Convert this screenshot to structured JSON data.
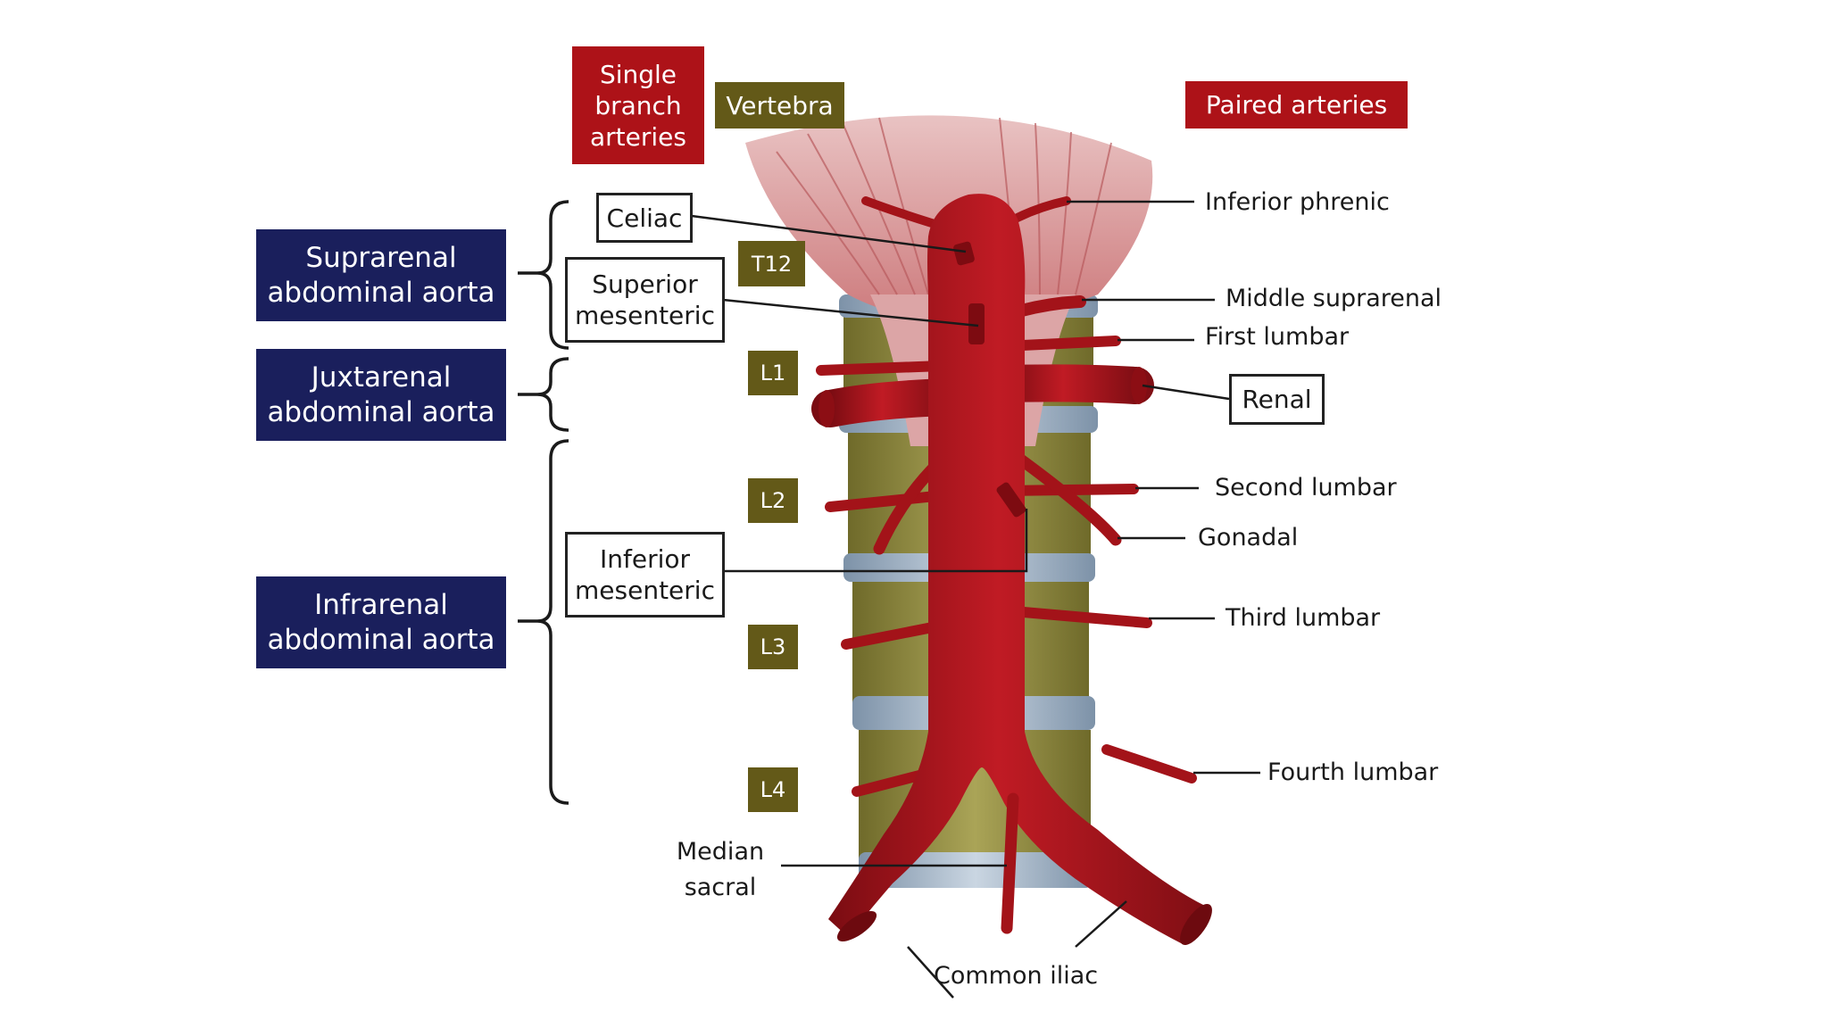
{
  "header": {
    "single_branch": "Single branch arteries",
    "vertebra": "Vertebra",
    "paired": "Paired arteries"
  },
  "regions": [
    {
      "label": "Suprarenal abdominal aorta"
    },
    {
      "label": "Juxtarenal abdominal aorta"
    },
    {
      "label": "Infrarenal abdominal aorta"
    }
  ],
  "single_branches": {
    "celiac": "Celiac",
    "superior_mesenteric": "Superior mesenteric",
    "inferior_mesenteric": "Inferior mesenteric",
    "median_sacral": "Median sacral"
  },
  "vertebrae": [
    "T12",
    "L1",
    "L2",
    "L3",
    "L4"
  ],
  "paired_branches": {
    "inferior_phrenic": "Inferior phrenic",
    "middle_suprarenal": "Middle suprarenal",
    "first_lumbar": "First lumbar",
    "renal": "Renal",
    "second_lumbar": "Second lumbar",
    "gonadal": "Gonadal",
    "third_lumbar": "Third lumbar",
    "fourth_lumbar": "Fourth lumbar"
  },
  "bottom": {
    "common_iliac": "Common iliac"
  },
  "colors": {
    "artery": "#b5161f",
    "navy": "#1a1f5c",
    "header_red": "#ad1218",
    "olive": "#635918",
    "disc": "#b4c3d3",
    "vertebral_body": "#8e8a3e"
  }
}
